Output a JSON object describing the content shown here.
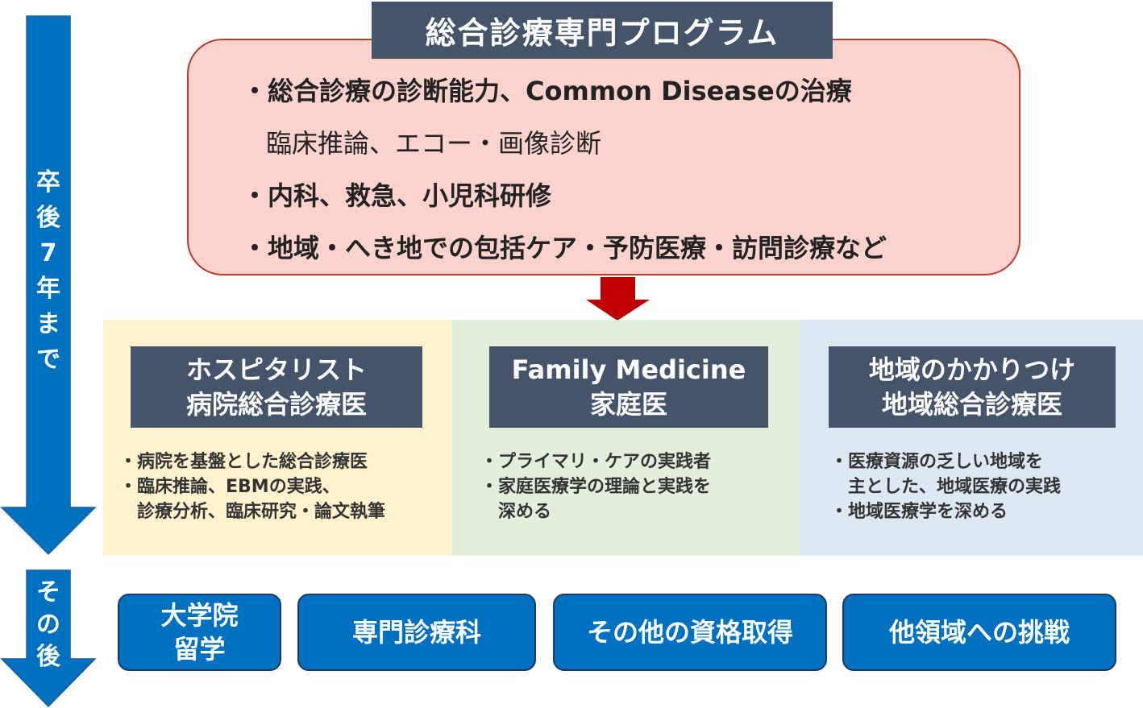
{
  "colors": {
    "arrow_blue": "#0070c0",
    "header_slate": "#44546a",
    "program_pink": "#fcd3cc",
    "program_border": "#c0392b",
    "down_arrow_red": "#c00000",
    "panel_yellow": "#fff2cc",
    "panel_green": "#e2efda",
    "panel_blue": "#dde8f5"
  },
  "timeline": {
    "until_7_years": [
      "卒",
      "後",
      "7",
      "年",
      "ま",
      "で"
    ],
    "after": [
      "そ",
      "の",
      "後"
    ]
  },
  "program": {
    "title": "総合診療専門プログラム",
    "lines": [
      "・総合診療の診断能力、Common Diseaseの治療",
      "臨床推論、エコー・画像診断",
      "・内科、救急、小児科研修",
      "・地域・へき地での包括ケア・予防医療・訪問診療など"
    ]
  },
  "panels": [
    {
      "head": [
        "ホスピタリスト",
        "病院総合診療医"
      ],
      "bullets": [
        "・病院を基盤とした総合診療医",
        "・臨床推論、EBMの実践、",
        "　診療分析、臨床研究・論文執筆"
      ]
    },
    {
      "head": [
        "Family Medicine",
        "家庭医"
      ],
      "bullets": [
        "・プライマリ・ケアの実践者",
        "・家庭医療学の理論と実践を",
        "　深める"
      ]
    },
    {
      "head": [
        "地域のかかりつけ",
        "地域総合診療医"
      ],
      "bullets": [
        "・医療資源の乏しい地域を",
        "　主とした、地域医療の実践",
        "・地域医療学を深める"
      ]
    }
  ],
  "after_options": [
    {
      "lines": [
        "大学院",
        "留学"
      ]
    },
    {
      "lines": [
        "専門診療科"
      ]
    },
    {
      "lines": [
        "その他の資格取得"
      ]
    },
    {
      "lines": [
        "他領域への挑戦"
      ]
    }
  ]
}
